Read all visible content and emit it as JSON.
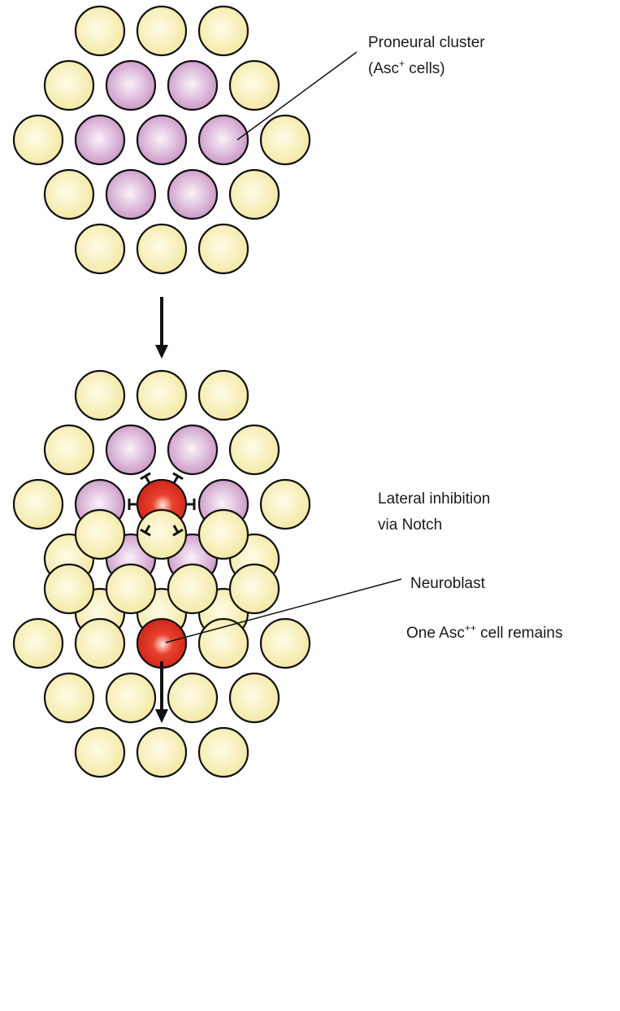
{
  "labels": {
    "proneural_line1": "Proneural cluster",
    "proneural_line2_pre": "(Asc",
    "proneural_line2_sup": "+",
    "proneural_line2_post": " cells)",
    "lateral_line1": "Lateral inhibition",
    "lateral_line2": "via Notch",
    "neuroblast": "Neuroblast",
    "remains_pre": "One Asc",
    "remains_sup": "++",
    "remains_post": " cell remains"
  },
  "panels": [
    {
      "name": "proneural-cluster-panel",
      "cell_types": [
        "plain",
        "plain",
        "plain",
        "plain",
        "asc",
        "asc",
        "plain",
        "plain",
        "asc",
        "asc",
        "asc",
        "plain",
        "plain",
        "asc",
        "asc",
        "plain",
        "plain",
        "plain",
        "plain"
      ]
    },
    {
      "name": "lateral-inhibition-panel",
      "cell_types": [
        "plain",
        "plain",
        "plain",
        "plain",
        "asc",
        "asc",
        "plain",
        "plain",
        "asc",
        "neuroblast",
        "asc",
        "plain",
        "plain",
        "asc",
        "asc",
        "plain",
        "plain",
        "plain",
        "plain"
      ]
    },
    {
      "name": "neuroblast-panel",
      "cell_types": [
        "plain",
        "plain",
        "plain",
        "plain",
        "plain",
        "plain",
        "plain",
        "plain",
        "plain",
        "neuroblast",
        "plain",
        "plain",
        "plain",
        "plain",
        "plain",
        "plain",
        "plain",
        "plain",
        "plain"
      ]
    }
  ],
  "colors": {
    "plain_center": "#fffde8",
    "plain_edge": "#f2e7a0",
    "asc_center": "#fbf2fb",
    "asc_edge": "#c58dc0",
    "neuroblast_center": "#ffe7dc",
    "neuroblast_edge": "#c91f14",
    "stroke": "#111111"
  },
  "arrows": [
    "arrow-1",
    "arrow-2"
  ]
}
